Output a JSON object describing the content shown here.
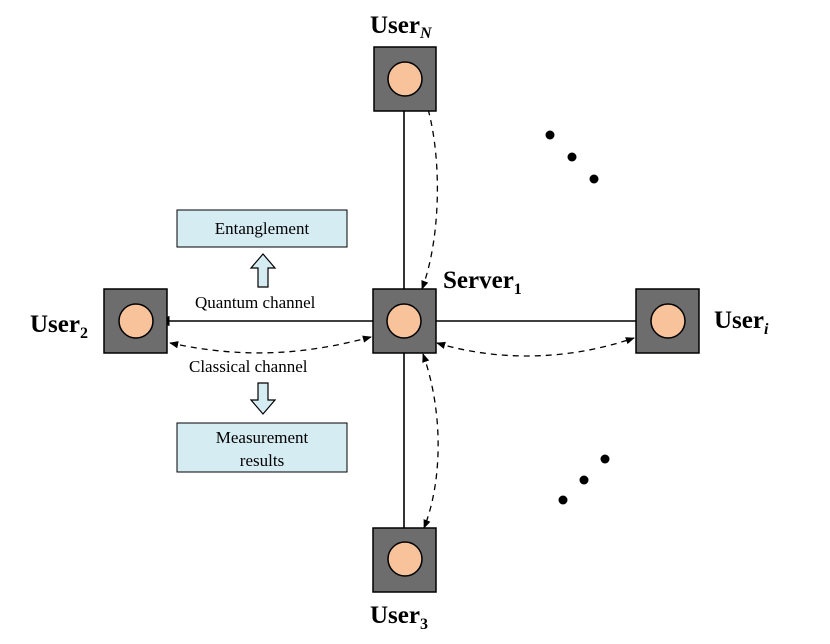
{
  "colors": {
    "node_fill": "#6d6d6d",
    "qubit_fill": "#f8c29a",
    "box_fill": "#d6ecf3",
    "line": "#000000"
  },
  "nodes": {
    "server": {
      "name": "Server",
      "sub": "1"
    },
    "user_n": {
      "name": "User",
      "sub": "N"
    },
    "user_2": {
      "name": "User",
      "sub": "2"
    },
    "user_i": {
      "name": "User",
      "sub": "i"
    },
    "user_3": {
      "name": "User",
      "sub": "3"
    }
  },
  "channels": {
    "quantum": "Quantum channel",
    "classical": "Classical channel"
  },
  "boxes": {
    "entanglement": "Entanglement",
    "measurement_line1": "Measurement",
    "measurement_line2": "results"
  },
  "icons": [
    "ellipsis-icon",
    "up-arrow-icon",
    "down-arrow-icon"
  ]
}
